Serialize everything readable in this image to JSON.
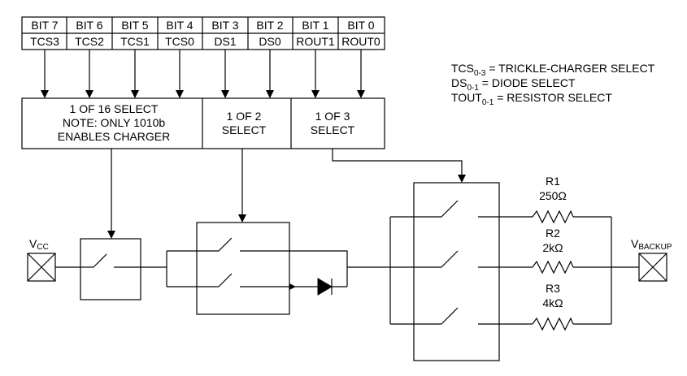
{
  "register": {
    "bits": [
      {
        "bit": "BIT 7",
        "field": "TCS3"
      },
      {
        "bit": "BIT 6",
        "field": "TCS2"
      },
      {
        "bit": "BIT 5",
        "field": "TCS1"
      },
      {
        "bit": "BIT 4",
        "field": "TCS0"
      },
      {
        "bit": "BIT 3",
        "field": "DS1"
      },
      {
        "bit": "BIT 2",
        "field": "DS0"
      },
      {
        "bit": "BIT 1",
        "field": "ROUT1"
      },
      {
        "bit": "BIT 0",
        "field": "ROUT0"
      }
    ]
  },
  "legend": {
    "line1": {
      "main": "TCS",
      "sub": "0-3",
      "rest": " = TRICKLE-CHARGER SELECT"
    },
    "line2": {
      "main": "DS",
      "sub": "0-1",
      "rest": " = DIODE SELECT"
    },
    "line3": {
      "main": "TOUT",
      "sub": "0-1",
      "rest": " = RESISTOR SELECT"
    }
  },
  "selects": {
    "tcs": [
      "1 OF 16 SELECT",
      "NOTE: ONLY 1010b",
      "ENABLES CHARGER"
    ],
    "ds": [
      "1 OF 2",
      "SELECT"
    ],
    "rout": [
      "1 OF 3",
      "SELECT"
    ]
  },
  "pins": {
    "vcc": {
      "main": "V",
      "sub": "CC"
    },
    "vbackup": {
      "main": "V",
      "sub": "BACKUP"
    }
  },
  "resistors": [
    {
      "name": "R1",
      "value": "250Ω"
    },
    {
      "name": "R2",
      "value": "2kΩ"
    },
    {
      "name": "R3",
      "value": "4kΩ"
    }
  ]
}
